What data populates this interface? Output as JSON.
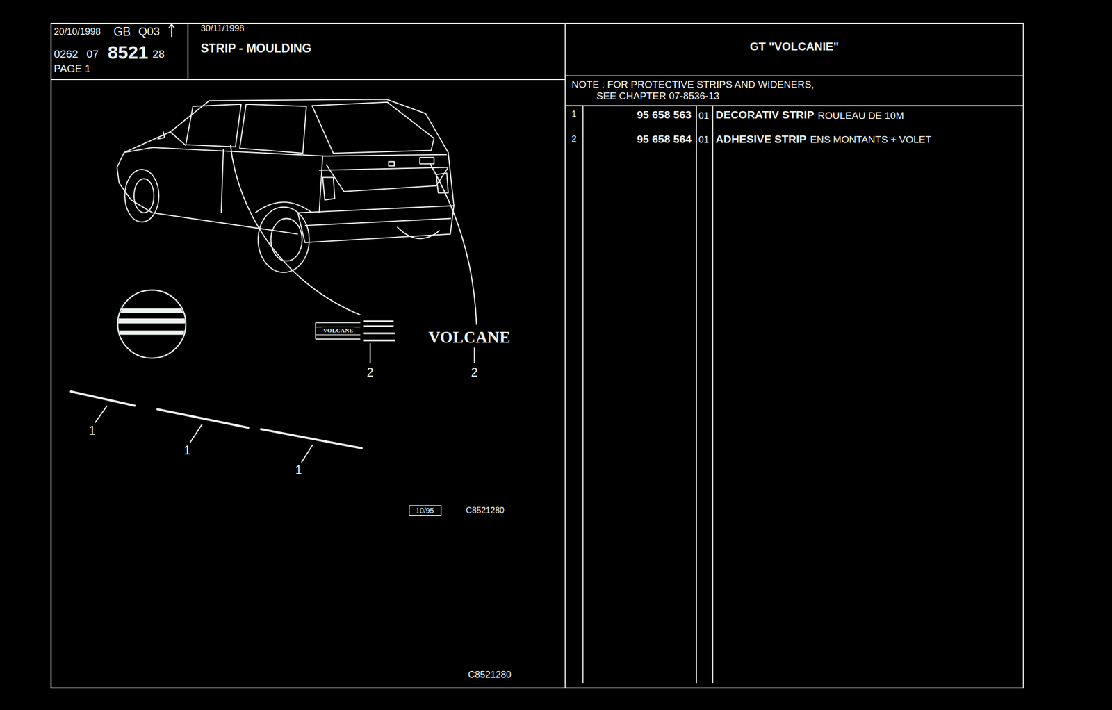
{
  "diagram": {
    "labels": [
      "20/10/1998",
      "GB",
      "Q03",
      "0262",
      "07",
      "8521",
      "28",
      "PAGE 1",
      "30/11/1998",
      "STRIP - MOULDING",
      "GT \"VOLCANIE\"",
      "NOTE : FOR PROTECTIVE STRIPS AND WIDENERS, SEE CHAPTER 07-8536-13",
      "1",
      "95 658 563",
      "01",
      "DECORATIV STRIP",
      "ROULEAU DE 10M",
      "2",
      "95 658 564",
      "01",
      "ADHESIVE STRIP",
      "ENS MONTANTS + VOLET",
      "VOLCANE",
      "VOLCANE",
      "2",
      "2",
      "1",
      "1",
      "1",
      "10/95",
      "C8521280",
      "C8521280"
    ]
  }
}
